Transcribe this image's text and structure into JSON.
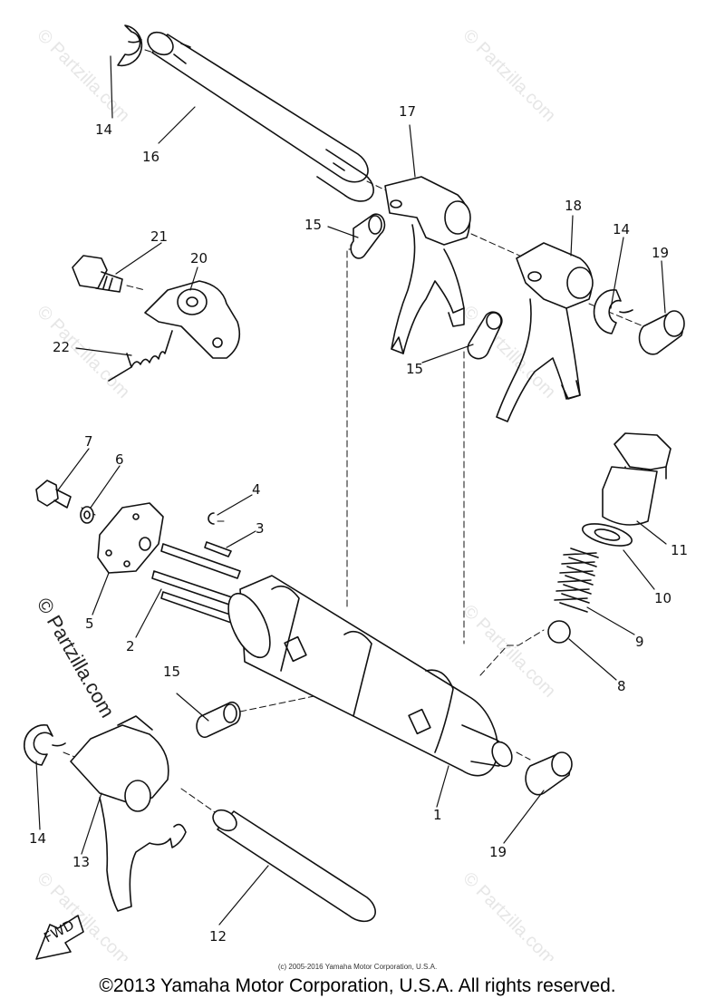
{
  "watermark": {
    "text": "© Partzilla.com",
    "main_text": "© Partzilla.com"
  },
  "callouts": {
    "c1": "1",
    "c2": "2",
    "c3": "3",
    "c4": "4",
    "c5": "5",
    "c6": "6",
    "c7": "7",
    "c8": "8",
    "c9": "9",
    "c10": "10",
    "c11": "11",
    "c12": "12",
    "c13": "13",
    "c14a": "14",
    "c14b": "14",
    "c14c": "14",
    "c15a": "15",
    "c15b": "15",
    "c15c": "15",
    "c16": "16",
    "c17": "17",
    "c18": "18",
    "c19a": "19",
    "c19b": "19",
    "c20": "20",
    "c21": "21",
    "c22": "22"
  },
  "fwd_label": "FWD",
  "small_copyright": "(c) 2005-2016 Yamaha Motor Corporation, U.S.A.",
  "copyright": "©2013 Yamaha Motor Corporation, U.S.A. All rights reserved."
}
